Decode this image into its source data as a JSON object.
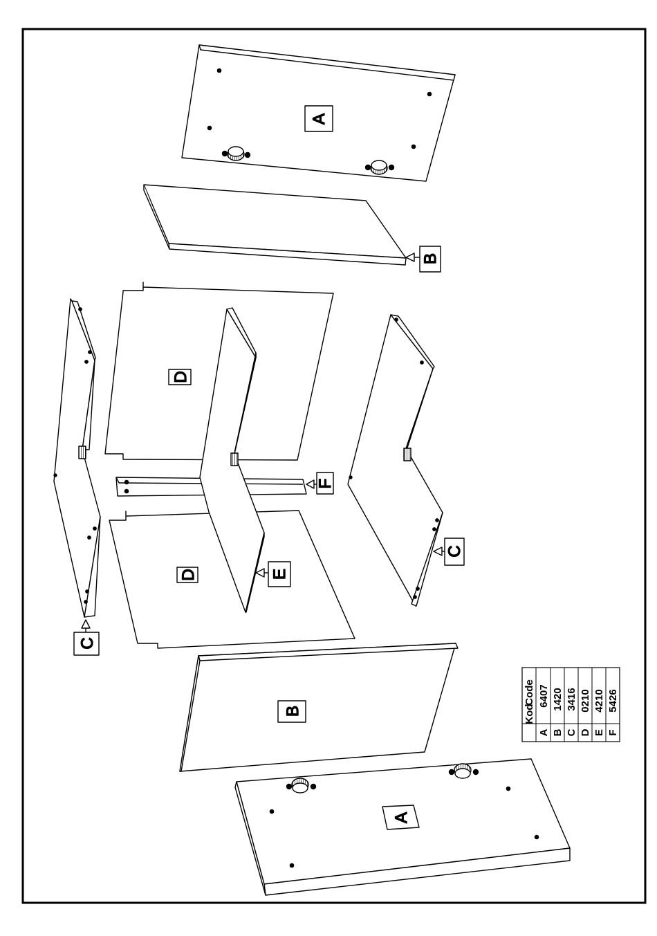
{
  "labels": {
    "A": "A",
    "B": "B",
    "C": "C",
    "D": "D",
    "E": "E",
    "F": "F"
  },
  "parts_table": {
    "header_kod": "Kod",
    "header_code": "Code",
    "rows": [
      {
        "letter": "A",
        "code": "6407"
      },
      {
        "letter": "B",
        "code": "1420"
      },
      {
        "letter": "C",
        "code": "3416"
      },
      {
        "letter": "D",
        "code": "0210"
      },
      {
        "letter": "E",
        "code": "4210"
      },
      {
        "letter": "F",
        "code": "5426"
      }
    ]
  }
}
